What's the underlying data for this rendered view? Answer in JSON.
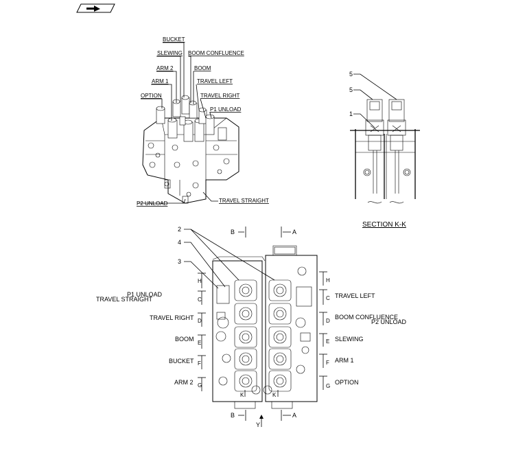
{
  "nav_icon": "arrow-right-icon",
  "iso_view": {
    "labels": {
      "bucket": "BUCKET",
      "slewing": "SLEWING",
      "boom_confluence": "BOOM CONFLUENCE",
      "arm2": "ARM 2",
      "boom": "BOOM",
      "arm1": "ARM 1",
      "travel_left": "TRAVEL LEFT",
      "option": "OPTION",
      "travel_right": "TRAVEL RIGHT",
      "p1_unload": "P1 UNLOAD",
      "p2_unload": "P2 UNLOAD",
      "travel_straight": "TRAVEL STRAIGHT"
    }
  },
  "section_view": {
    "title": "SECTION  K-K",
    "callouts": [
      "5",
      "5",
      "1"
    ]
  },
  "front_view": {
    "callouts": [
      "2",
      "4",
      "3"
    ],
    "left_labels": {
      "p1_unload": "P1 UNLOAD",
      "travel_straight": "TRAVEL STRAIGHT",
      "travel_right": "TRAVEL RIGHT",
      "boom": "BOOM",
      "bucket": "BUCKET",
      "arm2": "ARM 2"
    },
    "right_labels": {
      "travel_left": "TRAVEL LEFT",
      "boom_confluence": "BOOM CONFLUENCE",
      "p2_unload": "P2 UNLOAD",
      "slewing": "SLEWING",
      "arm1": "ARM 1",
      "option": "OPTION"
    },
    "section_marks": {
      "h": "H",
      "c": "C",
      "d": "D",
      "e": "E",
      "f": "F",
      "g": "G",
      "k": "K",
      "a": "A",
      "b": "B",
      "y": "Y"
    }
  }
}
